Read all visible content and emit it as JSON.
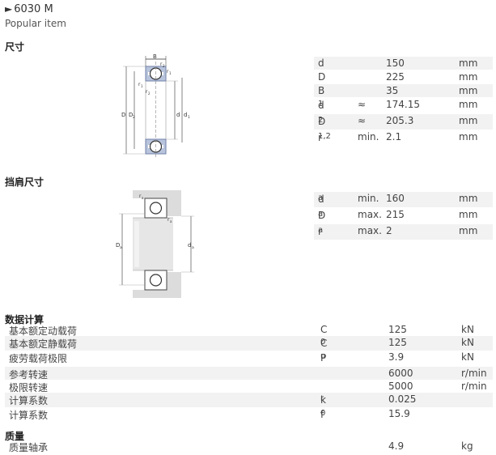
{
  "header": {
    "arrow": "►",
    "designation": "6030 M",
    "subtitle": "Popular item"
  },
  "sections": {
    "dimensions": "尺寸",
    "abutment": "挡肩尺寸",
    "calculation": "数据计算",
    "mass": "质量"
  },
  "diagram1_labels": {
    "B": "B",
    "r2a": "r",
    "r2a_sub": "2",
    "r1a": "r",
    "r1a_sub": "1",
    "r1b": "r",
    "r1b_sub": "1",
    "r2b": "r",
    "r2b_sub": "2",
    "D": "D",
    "D2": "D",
    "D2_sub": "2",
    "d": "d",
    "d1": "d",
    "d1_sub": "1"
  },
  "diagram2_labels": {
    "ra1": "r",
    "ra1_sub": "a",
    "ra2": "r",
    "ra2_sub": "a",
    "Da": "D",
    "Da_sub": "a",
    "da": "d",
    "da_sub": "a"
  },
  "dimensions": [
    {
      "sym": "d",
      "sub": "",
      "q": "",
      "v": "150",
      "u": "mm"
    },
    {
      "sym": "D",
      "sub": "",
      "q": "",
      "v": "225",
      "u": "mm"
    },
    {
      "sym": "B",
      "sub": "",
      "q": "",
      "v": "35",
      "u": "mm"
    },
    {
      "sym": "d",
      "sub": "1",
      "q": "≈",
      "v": "174.15",
      "u": "mm"
    },
    {
      "sym": "D",
      "sub": "2",
      "q": "≈",
      "v": "205.3",
      "u": "mm"
    },
    {
      "sym": "r",
      "sub": "1,2",
      "q": "min.",
      "v": "2.1",
      "u": "mm"
    }
  ],
  "abutment": [
    {
      "sym": "d",
      "sub": "a",
      "q": "min.",
      "v": "160",
      "u": "mm"
    },
    {
      "sym": "D",
      "sub": "a",
      "q": "max.",
      "v": "215",
      "u": "mm"
    },
    {
      "sym": "r",
      "sub": "a",
      "q": "max.",
      "v": "2",
      "u": "mm"
    }
  ],
  "calculation": [
    {
      "label": "基本额定动载荷",
      "sym": "C",
      "sub": "",
      "v": "125",
      "u": "kN"
    },
    {
      "label": "基本额定静载荷",
      "sym": "C",
      "sub": "0",
      "v": "125",
      "u": "kN"
    },
    {
      "label": "疲劳载荷极限",
      "sym": "P",
      "sub": "u",
      "v": "3.9",
      "u": "kN"
    },
    {
      "label": "参考转速",
      "sym": "",
      "sub": "",
      "v": "6000",
      "u": "r/min"
    },
    {
      "label": "极限转速",
      "sym": "",
      "sub": "",
      "v": "5000",
      "u": "r/min"
    },
    {
      "label": "计算系数",
      "sym": "k",
      "sub": "r",
      "v": "0.025",
      "u": ""
    },
    {
      "label": "计算系数",
      "sym": "f",
      "sub": "0",
      "v": "15.9",
      "u": ""
    }
  ],
  "mass": [
    {
      "label": "质量轴承",
      "v": "4.9",
      "u": "kg"
    }
  ]
}
